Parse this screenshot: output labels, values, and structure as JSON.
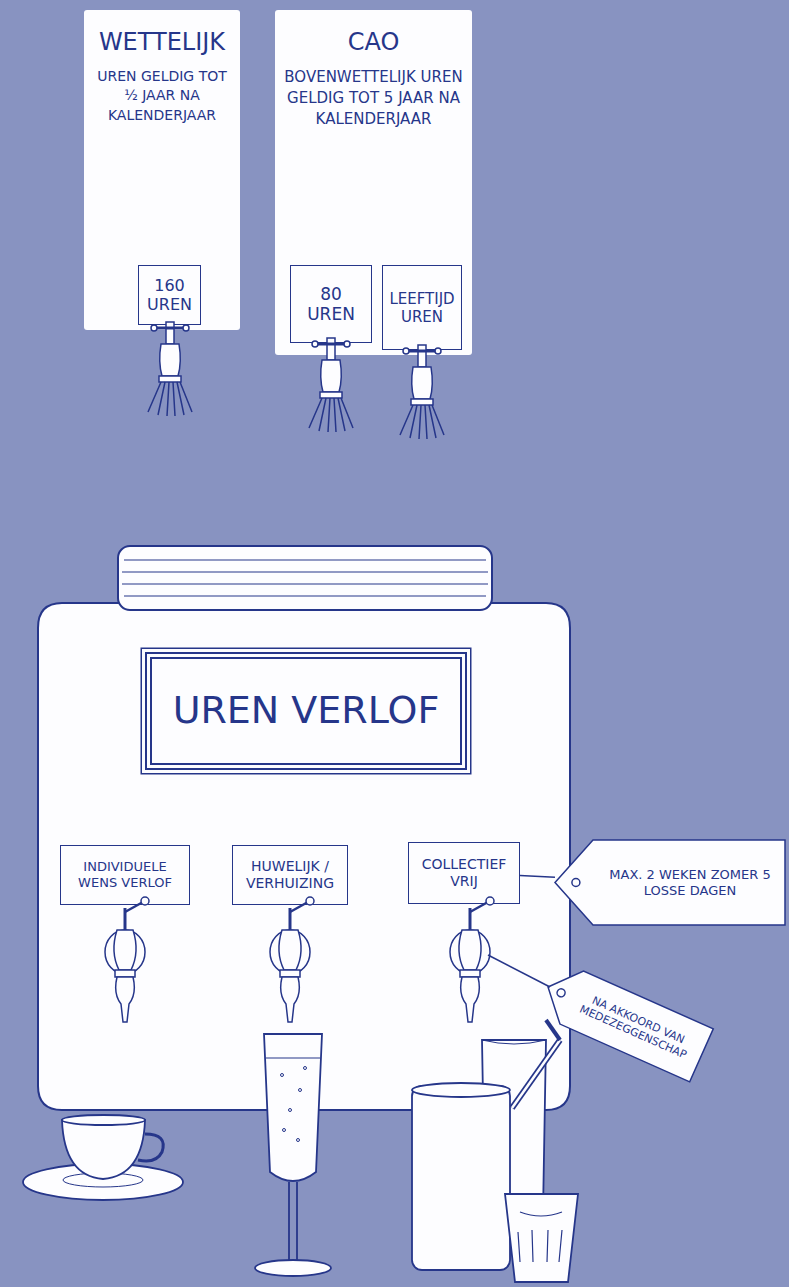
{
  "diagram": {
    "nodes": [
      {
        "text": [
          "WETTELIJK",
          "UREN GELDIG TOT ½ JAAR NA KALENDERJAAR"
        ]
      },
      {
        "text": [
          "160 UREN"
        ],
        "in": 0
      },
      {
        "text": [
          "CAO",
          "BOVENWETTELIJK UREN GELDIG TOT 5 JAAR NA KALENDERJAAR"
        ]
      },
      {
        "text": [
          "80 UREN"
        ],
        "in": 2
      },
      {
        "text": [
          "LEEFTIJD UREN"
        ],
        "in": 2
      },
      {
        "text": [
          "UREN VERLOF"
        ]
      },
      {
        "text": [
          "INDIVIDUELE WENS VERLOF"
        ]
      },
      {
        "text": [
          "HUWELIJK / VERHUIZING"
        ]
      },
      {
        "text": [
          "COLLECTIEF VRIJ"
        ]
      },
      {
        "text": [
          "MAX. 2 WEKEN ZOMER 5 LOSSE DAGEN"
        ]
      },
      {
        "text": [
          "NA AKKOORD VAN MEDEZEGGENSCHAP"
        ]
      }
    ],
    "edges": [
      {
        "from": 8,
        "to": 9,
        "arrow": "none"
      }
    ]
  }
}
